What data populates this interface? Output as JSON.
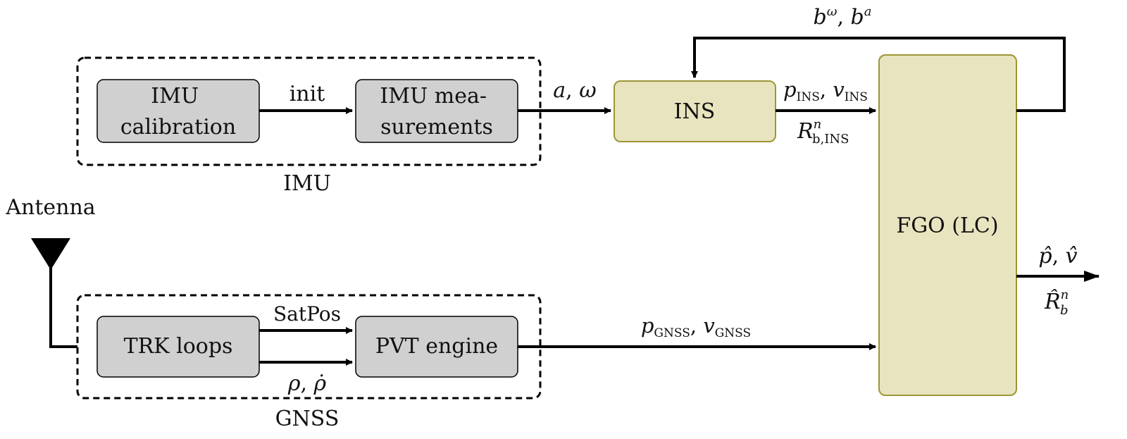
{
  "colors": {
    "grey_box_fill": "#d0d0d0",
    "olive_box_fill": "#e8e4bf",
    "olive_box_stroke": "#9c9636",
    "line": "#000000"
  },
  "groups": {
    "imu": "IMU",
    "gnss": "GNSS"
  },
  "antenna_label": "Antenna",
  "boxes": {
    "imu_calibration": [
      "IMU",
      "calibration"
    ],
    "imu_measurements": [
      "IMU mea-",
      "surements"
    ],
    "ins": "INS",
    "trk_loops": "TRK loops",
    "pvt_engine": "PVT engine",
    "fgo": "FGO (LC)"
  },
  "edges": {
    "init": "init",
    "a_omega": {
      "a": "a",
      "sep": ", ",
      "omega": "ω"
    },
    "bias": {
      "bw": "b",
      "w": "ω",
      "sep": ", ",
      "ba": "b",
      "a": "a"
    },
    "ins_out_pv": {
      "p": "p",
      "p_sub": "INS",
      "sep": ", ",
      "v": "v",
      "v_sub": "INS"
    },
    "ins_out_r": {
      "R": "R",
      "sup": "n",
      "sub": "b,INS"
    },
    "satpos": "SatPos",
    "rho": {
      "rho": "ρ",
      "sep": ", ",
      "rhodot": "ρ̇"
    },
    "gnss_out": {
      "p": "p",
      "p_sub": "GNSS",
      "sep": ", ",
      "v": "v",
      "v_sub": "GNSS"
    },
    "fgo_out_pv": {
      "p": "p̂",
      "sep": ", ",
      "v": "v̂"
    },
    "fgo_out_r": {
      "R": "R̂",
      "sup": "n",
      "sub": "b"
    }
  }
}
